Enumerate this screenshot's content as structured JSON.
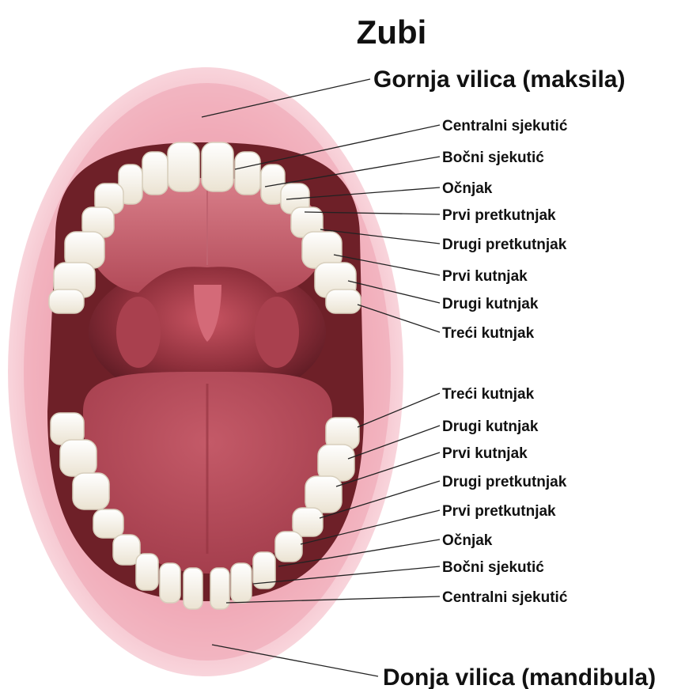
{
  "title": "Zubi",
  "upper_jaw": {
    "label": "Gornja vilica (maksila)",
    "teeth": [
      "Centralni sjekutić",
      "Bočni sjekutić",
      "Očnjak",
      "Prvi pretkutnjak",
      "Drugi pretkutnjak",
      "Prvi kutnjak",
      "Drugi kutnjak",
      "Treći kutnjak"
    ]
  },
  "lower_jaw": {
    "label": "Donja vilica (mandibula)",
    "teeth": [
      "Treći kutnjak",
      "Drugi kutnjak",
      "Prvi kutnjak",
      "Drugi pretkutnjak",
      "Prvi pretkutnjak",
      "Očnjak",
      "Bočni sjekutić",
      "Centralni sjekutić"
    ]
  },
  "colors": {
    "lip": "#f2b9c4",
    "lip_edge": "#e89aaa",
    "mouth_interior": "#7a2730",
    "palate": "#c9606e",
    "tongue": "#b84a58",
    "tooth": "#fbf7ee",
    "tooth_shadow": "#d9d0bf"
  }
}
